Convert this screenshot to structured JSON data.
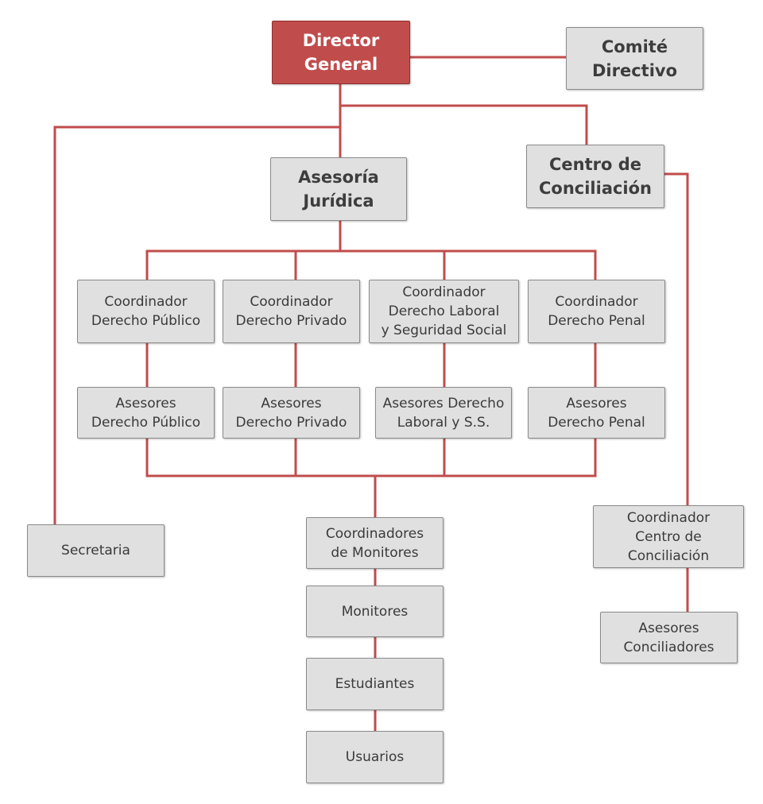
{
  "chart": {
    "nodes": {
      "director_general": [
        "Director",
        "General"
      ],
      "comite_directivo": [
        "Comité",
        "Directivo"
      ],
      "asesoria_juridica": [
        "Asesoría",
        "Jurídica"
      ],
      "centro_conciliacion": [
        "Centro de",
        "Conciliación"
      ],
      "coord_publico": [
        "Coordinador",
        "Derecho Público"
      ],
      "coord_privado": [
        "Coordinador",
        "Derecho Privado"
      ],
      "coord_laboral": [
        "Coordinador",
        "Derecho Laboral",
        "y Seguridad Social"
      ],
      "coord_penal": [
        "Coordinador",
        "Derecho Penal"
      ],
      "ases_publico": [
        "Asesores",
        "Derecho Público"
      ],
      "ases_privado": [
        "Asesores",
        "Derecho Privado"
      ],
      "ases_laboral": [
        "Asesores Derecho",
        "Laboral y S.S."
      ],
      "ases_penal": [
        "Asesores",
        "Derecho Penal"
      ],
      "secretaria": [
        "Secretaria"
      ],
      "coord_monitores": [
        "Coordinadores",
        "de Monitores"
      ],
      "monitores": [
        "Monitores"
      ],
      "estudiantes": [
        "Estudiantes"
      ],
      "usuarios": [
        "Usuarios"
      ],
      "coord_centro": [
        "Coordinador",
        "Centro de",
        "Conciliación"
      ],
      "ases_conciliadores": [
        "Asesores",
        "Conciliadores"
      ]
    },
    "colors": {
      "connector": "#c14c4c",
      "top_box": "#c14c4c",
      "box": "#e0e0e0"
    }
  }
}
